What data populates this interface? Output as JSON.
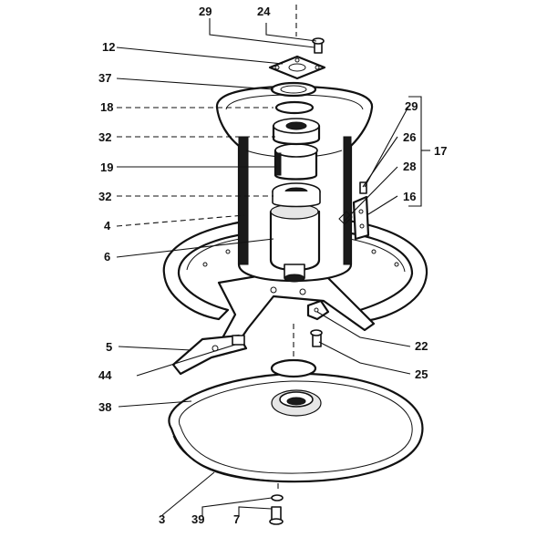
{
  "callouts": [
    {
      "id": "l29a",
      "text": "29"
    },
    {
      "id": "l24",
      "text": "24"
    },
    {
      "id": "l12",
      "text": "12"
    },
    {
      "id": "l37",
      "text": "37"
    },
    {
      "id": "l18",
      "text": "18"
    },
    {
      "id": "l32a",
      "text": "32"
    },
    {
      "id": "l19",
      "text": "19"
    },
    {
      "id": "l32b",
      "text": "32"
    },
    {
      "id": "l4",
      "text": "4"
    },
    {
      "id": "l6",
      "text": "6"
    },
    {
      "id": "l29b",
      "text": "29"
    },
    {
      "id": "l26",
      "text": "26"
    },
    {
      "id": "l17",
      "text": "17"
    },
    {
      "id": "l28",
      "text": "28"
    },
    {
      "id": "l16",
      "text": "16"
    },
    {
      "id": "l5",
      "text": "5"
    },
    {
      "id": "l22",
      "text": "22"
    },
    {
      "id": "l44",
      "text": "44"
    },
    {
      "id": "l25",
      "text": "25"
    },
    {
      "id": "l38",
      "text": "38"
    },
    {
      "id": "l3",
      "text": "3"
    },
    {
      "id": "l39",
      "text": "39"
    },
    {
      "id": "l7",
      "text": "7"
    }
  ]
}
